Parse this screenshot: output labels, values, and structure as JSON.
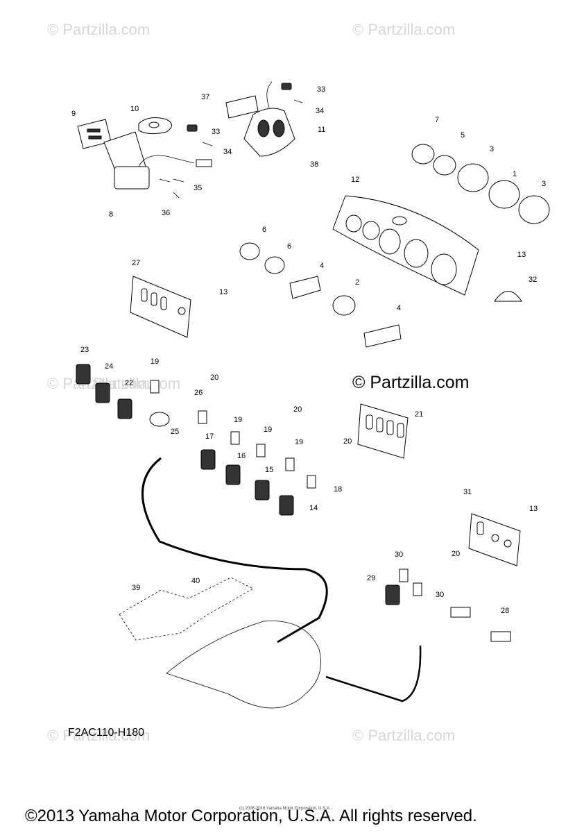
{
  "watermarks": [
    "© Partzilla.com",
    "© Partzilla.com",
    "© Partzilla.com",
    "© Partzilla.com",
    "© Partzilla.com",
    "© Partzilla.com"
  ],
  "center_watermark": "© Partzilla.com",
  "diagram_code": "F2AC110-H180",
  "copyright": "©2013 Yamaha Motor Corporation, U.S.A. All rights reserved.",
  "fine_print": "(c) 2006-2016 Yamaha Motor Corporation, U.S.A.",
  "callouts": [
    "1",
    "2",
    "3",
    "3",
    "4",
    "4",
    "5",
    "6",
    "6",
    "7",
    "8",
    "9",
    "10",
    "11",
    "12",
    "13",
    "13",
    "13",
    "14",
    "15",
    "16",
    "17",
    "18",
    "19",
    "19",
    "19",
    "19",
    "20",
    "20",
    "20",
    "20",
    "21",
    "22",
    "23",
    "24",
    "25",
    "26",
    "27",
    "28",
    "29",
    "30",
    "30",
    "31",
    "32",
    "33",
    "33",
    "34",
    "34",
    "35",
    "36",
    "37",
    "38",
    "39",
    "40"
  ]
}
